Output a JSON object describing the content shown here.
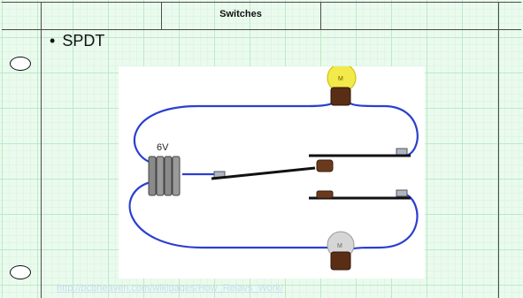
{
  "header": {
    "title": "Switches"
  },
  "slide": {
    "bullet": "SPDT"
  },
  "diagram": {
    "battery_label": "6V",
    "bulb_label_top": "M",
    "bulb_label_bottom": "M"
  },
  "footer": {
    "source_url": "http://pcbheaven.com/wikipages/How_Relays_Work/"
  }
}
